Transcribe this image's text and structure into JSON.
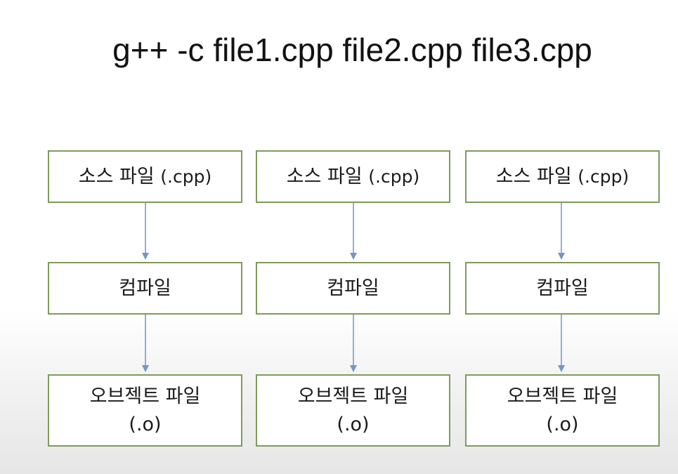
{
  "title": "g++ -c file1.cpp file2.cpp file3.cpp",
  "columns": [
    {
      "source": {
        "name": "소스 파일",
        "ext": "(.cpp)"
      },
      "compile": "컴파일",
      "object": {
        "name": "오브젝트 파일",
        "ext": "(.o)"
      }
    },
    {
      "source": {
        "name": "소스 파일",
        "ext": "(.cpp)"
      },
      "compile": "컴파일",
      "object": {
        "name": "오브젝트 파일",
        "ext": "(.o)"
      }
    },
    {
      "source": {
        "name": "소스 파일",
        "ext": "(.cpp)"
      },
      "compile": "컴파일",
      "object": {
        "name": "오브젝트 파일",
        "ext": "(.o)"
      }
    }
  ],
  "colors": {
    "box_border": "#7f9a5c",
    "arrow": "#6f96c8",
    "text": "#1a1a1a"
  }
}
